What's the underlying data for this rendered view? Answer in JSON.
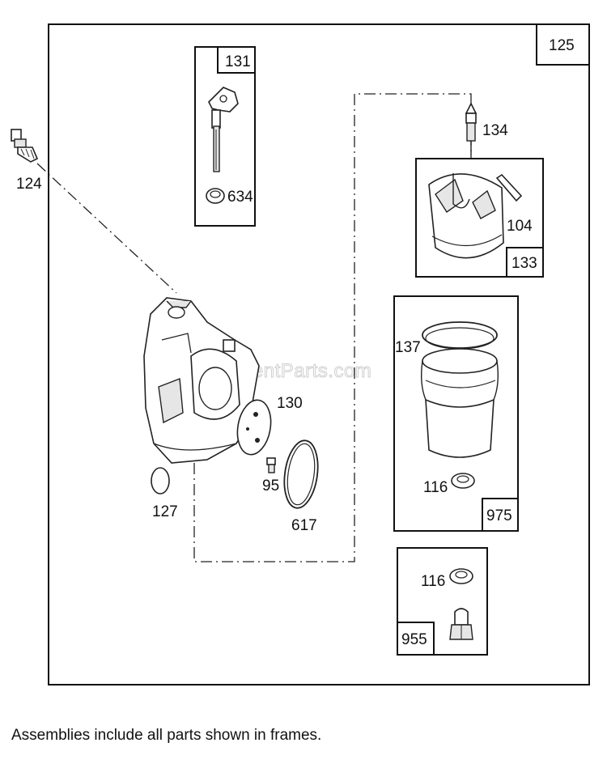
{
  "diagram": {
    "main_assembly_number": "125",
    "watermark": "eReplacementParts.com",
    "frames": [
      {
        "number": "131",
        "parts": [
          "634"
        ]
      },
      {
        "number": "133",
        "parts": [
          "104"
        ]
      },
      {
        "number": "975",
        "parts": [
          "137",
          "116"
        ]
      },
      {
        "number": "955",
        "parts": [
          "116"
        ]
      }
    ],
    "part_labels": {
      "p124": "124",
      "p634": "634",
      "p134": "134",
      "p104": "104",
      "p137": "137",
      "p116a": "116",
      "p130": "130",
      "p95": "95",
      "p127": "127",
      "p617": "617",
      "p116b": "116"
    },
    "frame_numbers": {
      "f131": "131",
      "f133": "133",
      "f975": "975",
      "f955": "955"
    }
  },
  "footer": {
    "note": "Assemblies include all parts shown in frames."
  }
}
